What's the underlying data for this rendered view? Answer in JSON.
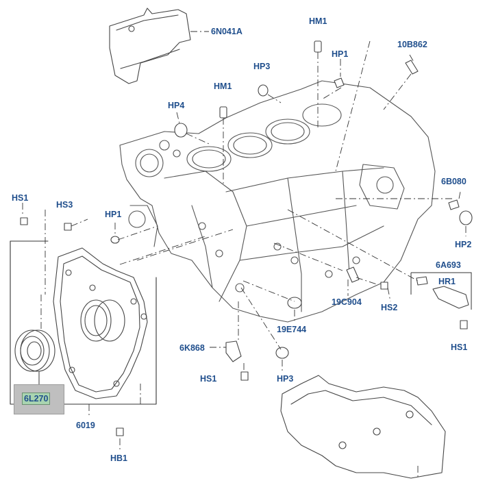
{
  "callouts": {
    "c_6N041A": "6N041A",
    "c_HM1_top": "HM1",
    "c_HP1_top": "HP1",
    "c_10B862": "10B862",
    "c_HP3_top": "HP3",
    "c_HM1_mid": "HM1",
    "c_HP4": "HP4",
    "c_HS1_left": "HS1",
    "c_HS3": "HS3",
    "c_HP1_left": "HP1",
    "c_6B080": "6B080",
    "c_HP2": "HP2",
    "c_6A693": "6A693",
    "c_HR1": "HR1",
    "c_19C904": "19C904",
    "c_HS2": "HS2",
    "c_19E744": "19E744",
    "c_HS1_right": "HS1",
    "c_6K868": "6K868",
    "c_HS1_bottom": "HS1",
    "c_HP3_bottom": "HP3",
    "c_6L270": "6L270",
    "c_6019": "6019",
    "c_HB1": "HB1"
  },
  "colors": {
    "label_text": "#1f4e8c",
    "line_art": "#333333",
    "highlight_fill": "#a9d4b0",
    "highlight_frame": "#bfbfbf"
  },
  "selected_part": "6L270"
}
